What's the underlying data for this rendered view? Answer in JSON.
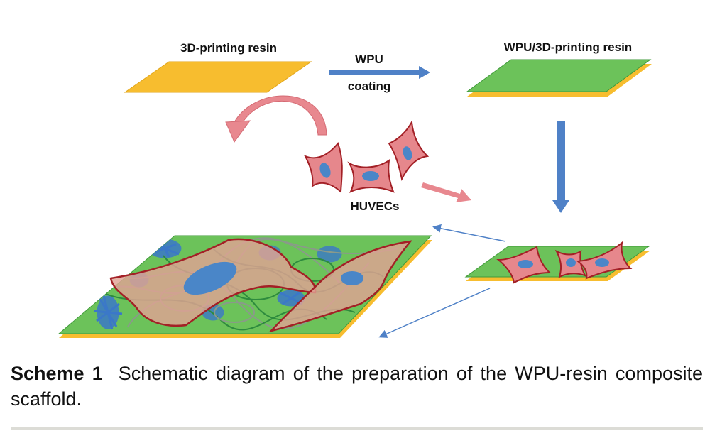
{
  "labels": {
    "resin": "3D-printing resin",
    "coated": "WPU/3D-printing resin",
    "wpu": "WPU",
    "coating": "coating",
    "huvecs": "HUVECs"
  },
  "caption": {
    "number": "Scheme 1",
    "text": "Schematic diagram of the preparation of the WPU-resin composite scaffold."
  },
  "colors": {
    "resin_yellow": "#f7bd2f",
    "scaffold_green": "#6cc25a",
    "green_edge": "#3f9a3a",
    "arrow_blue": "#4f81c7",
    "arrow_pink": "#e8888f",
    "cell_fill": "#e6878c",
    "cell_edge": "#a32026",
    "nucleus_blue": "#4a86c8",
    "fiber_gray": "#8a9a8a",
    "fiber_green": "#2e8b3e",
    "spike_blue": "#3b78c8",
    "rule_gray": "#dcdcd6"
  }
}
